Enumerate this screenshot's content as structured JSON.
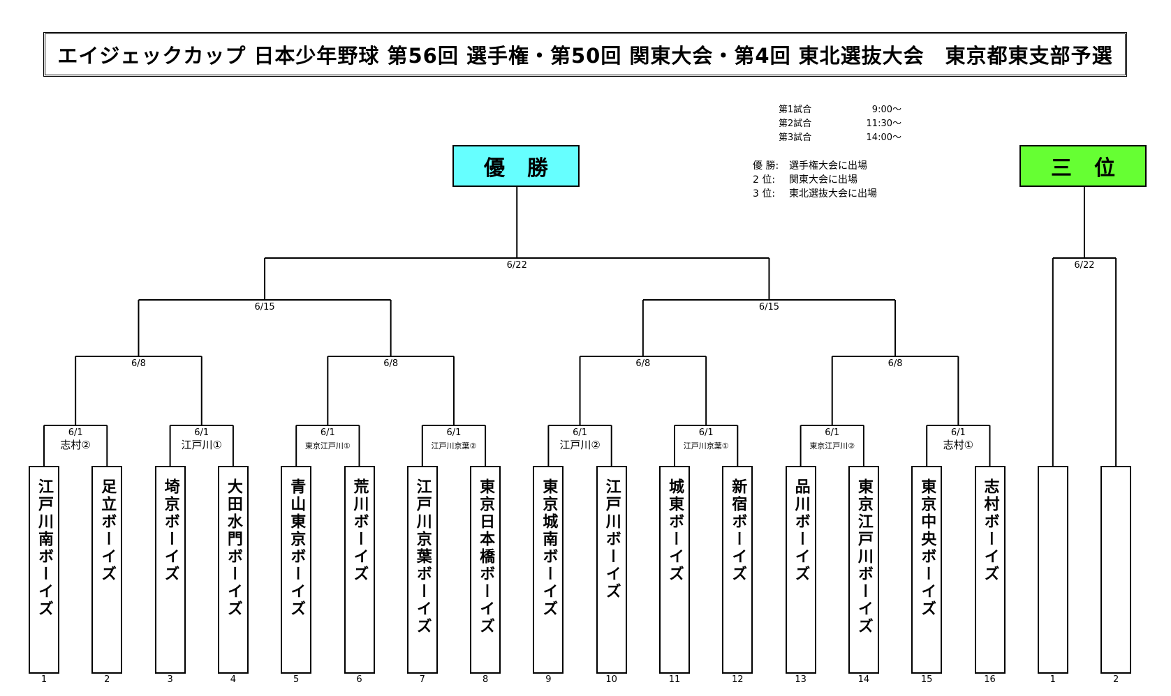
{
  "title": "エイジェックカップ 日本少年野球 第56回 選手権・第50回 関東大会・第4回 東北選抜大会　東京都東支部予選",
  "schedule": [
    {
      "label": "第1試合",
      "time": "9:00～"
    },
    {
      "label": "第2試合",
      "time": "11:30～"
    },
    {
      "label": "第3試合",
      "time": "14:00～"
    }
  ],
  "notes": [
    {
      "rank": "優 勝:",
      "text": "選手権大会に出場"
    },
    {
      "rank": "2 位:",
      "text": "関東大会に出場"
    },
    {
      "rank": "3 位:",
      "text": "東北選抜大会に出場"
    }
  ],
  "champion_label": "優勝",
  "third_place_label": "三位",
  "colors": {
    "champion_bg": "#66ffff",
    "third_bg": "#66ff33"
  },
  "teams": [
    {
      "seed": "1",
      "name": "江戸川南ボーイズ"
    },
    {
      "seed": "2",
      "name": "足立ボーイズ"
    },
    {
      "seed": "3",
      "name": "埼京ボーイズ"
    },
    {
      "seed": "4",
      "name": "大田水門ボーイズ"
    },
    {
      "seed": "5",
      "name": "青山東京ボーイズ"
    },
    {
      "seed": "6",
      "name": "荒川ボーイズ"
    },
    {
      "seed": "7",
      "name": "江戸川京葉ボーイズ"
    },
    {
      "seed": "8",
      "name": "東京日本橋ボーイズ"
    },
    {
      "seed": "9",
      "name": "東京城南ボーイズ"
    },
    {
      "seed": "10",
      "name": "江戸川ボーイズ"
    },
    {
      "seed": "11",
      "name": "城東ボーイズ"
    },
    {
      "seed": "12",
      "name": "新宿ボーイズ"
    },
    {
      "seed": "13",
      "name": "品川ボーイズ"
    },
    {
      "seed": "14",
      "name": "東京江戸川ボーイズ"
    },
    {
      "seed": "15",
      "name": "東京中央ボーイズ"
    },
    {
      "seed": "16",
      "name": "志村ボーイズ"
    }
  ],
  "third_place_slots": [
    {
      "seed": "1",
      "name": ""
    },
    {
      "seed": "2",
      "name": ""
    }
  ],
  "round1": [
    {
      "date": "6/1",
      "venue": "志村②"
    },
    {
      "date": "6/1",
      "venue": "江戸川①"
    },
    {
      "date": "6/1",
      "venue": "東京江戸川①"
    },
    {
      "date": "6/1",
      "venue": "江戸川京葉②"
    },
    {
      "date": "6/1",
      "venue": "江戸川②"
    },
    {
      "date": "6/1",
      "venue": "江戸川京葉①"
    },
    {
      "date": "6/1",
      "venue": "東京江戸川②"
    },
    {
      "date": "6/1",
      "venue": "志村①"
    }
  ],
  "round2": [
    {
      "date": "6/8"
    },
    {
      "date": "6/8"
    },
    {
      "date": "6/8"
    },
    {
      "date": "6/8"
    }
  ],
  "semifinal": [
    {
      "date": "6/15"
    },
    {
      "date": "6/15"
    }
  ],
  "final": {
    "date": "6/22"
  },
  "third_place_match": {
    "date": "6/22"
  }
}
